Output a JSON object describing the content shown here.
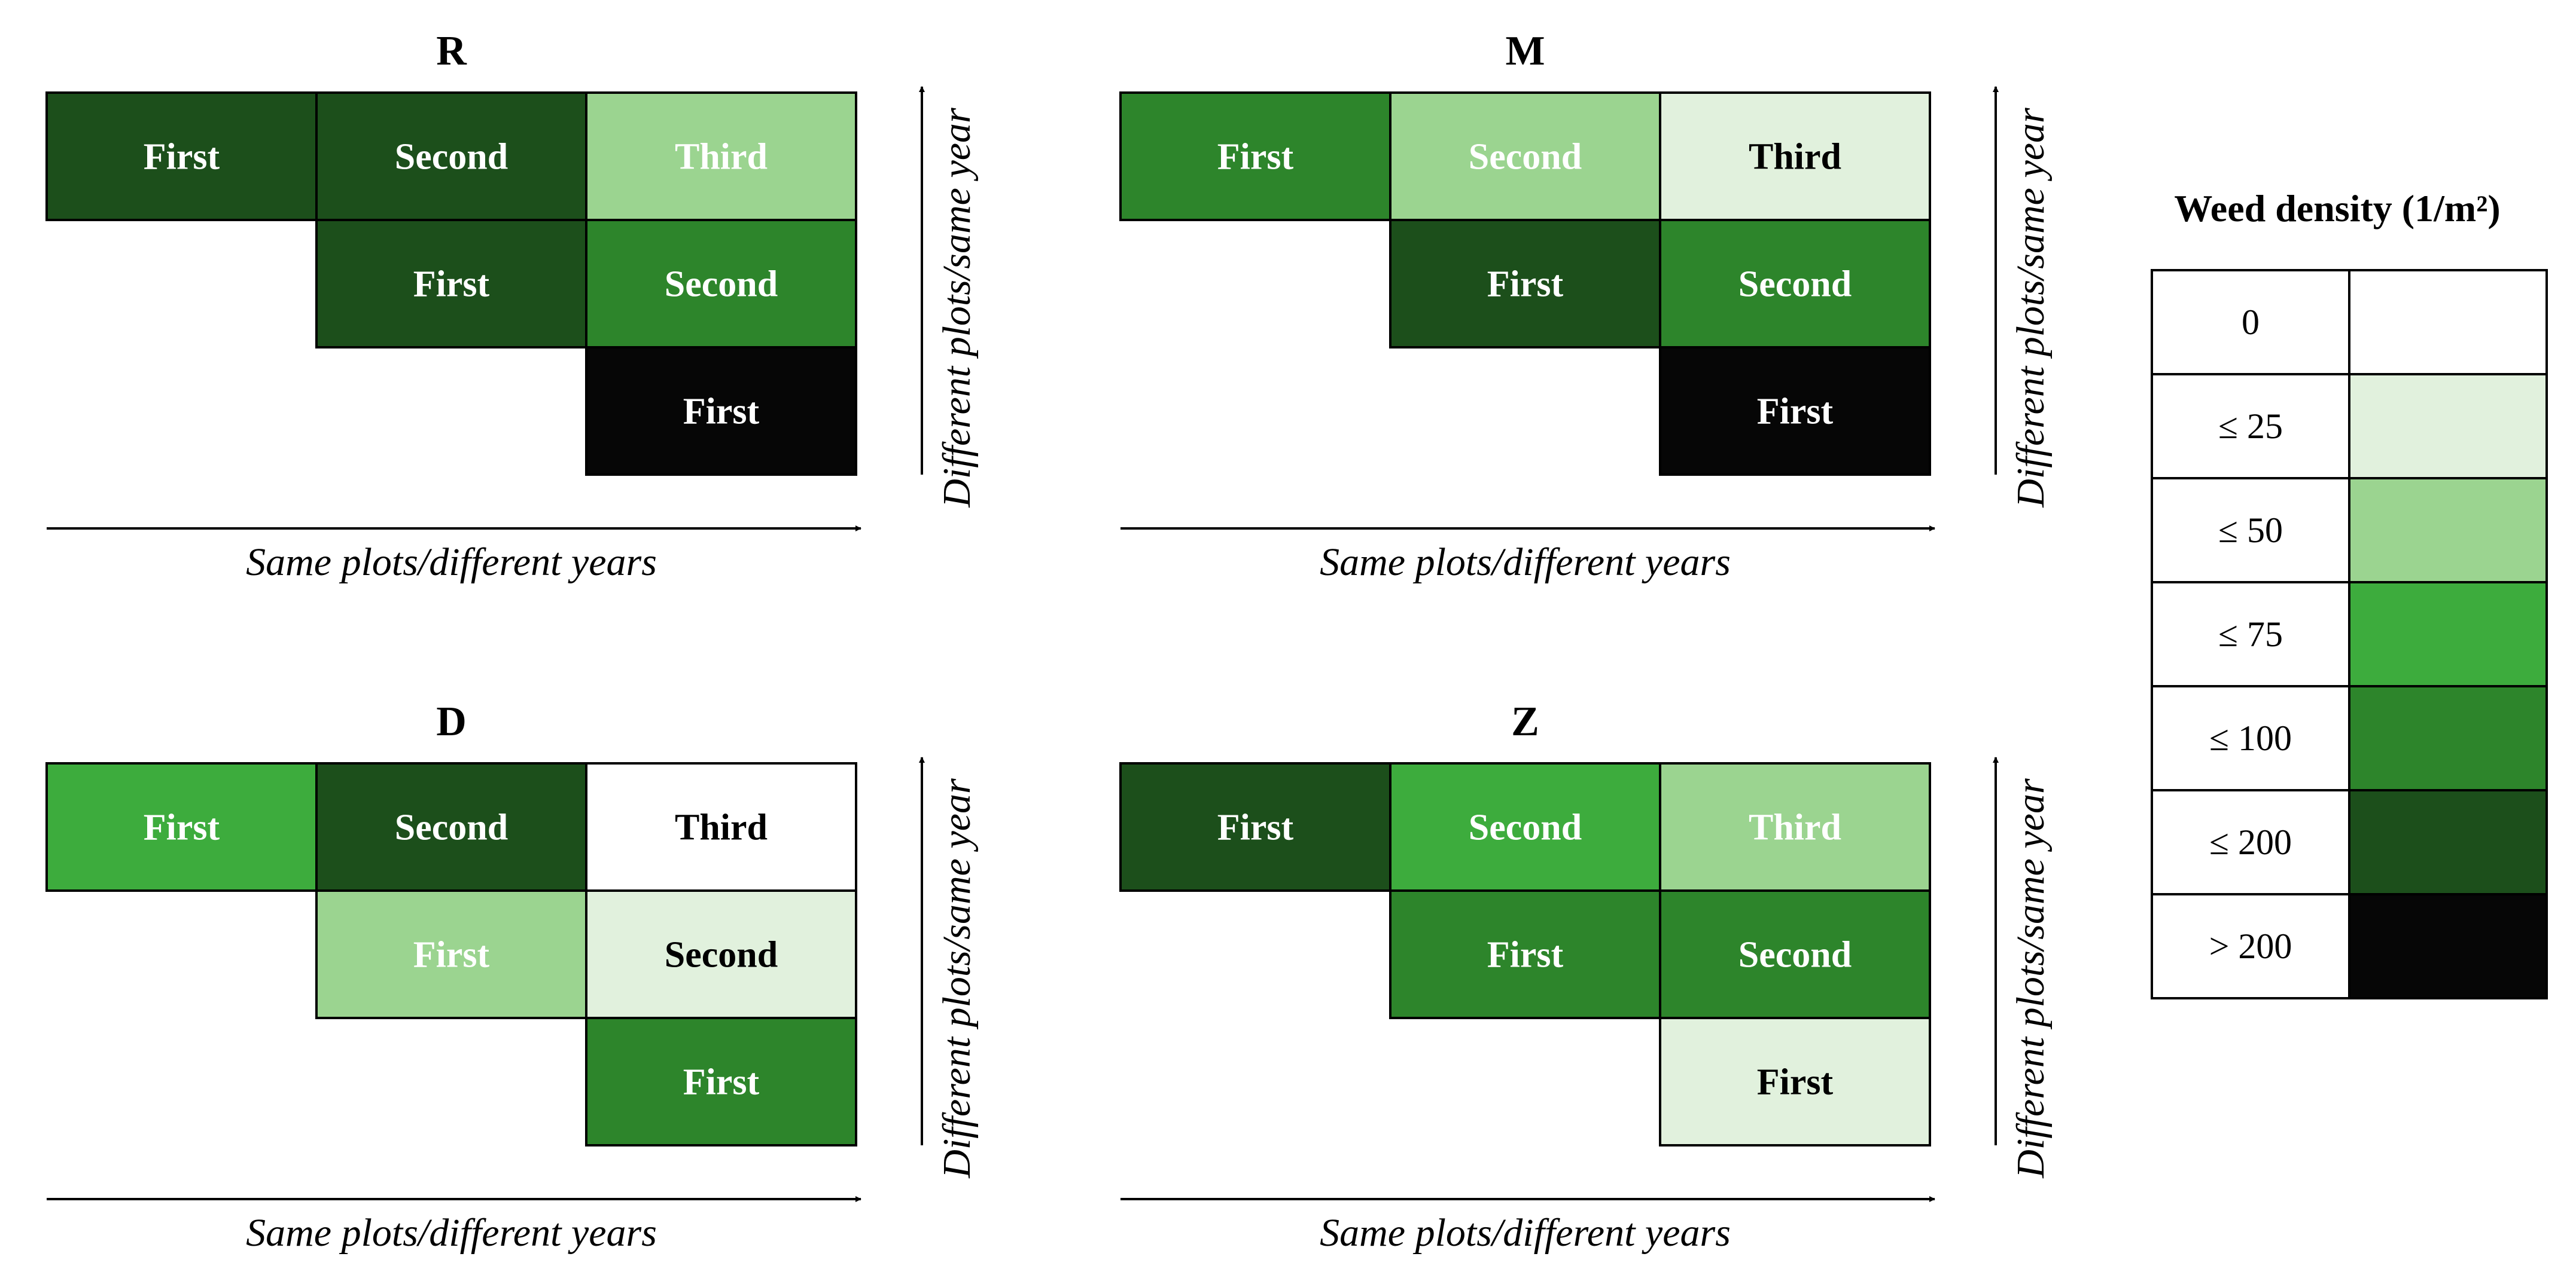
{
  "legend": {
    "title": "Weed density (1/m²)",
    "classes": [
      {
        "label": "0",
        "color": "#ffffff"
      },
      {
        "label": "≤ 25",
        "color": "#e1f1dd"
      },
      {
        "label": "≤ 50",
        "color": "#9bd490"
      },
      {
        "label": "≤ 75",
        "color": "#3dac3d"
      },
      {
        "label": "≤ 100",
        "color": "#2d852b"
      },
      {
        "label": "≤ 200",
        "color": "#1c4f1b"
      },
      {
        "label": "> 200",
        "color": "#060606"
      }
    ]
  },
  "panels": [
    {
      "title": "R",
      "x_axis_label": "Same plots/different years",
      "y_axis_label": "Different plots/same year",
      "rows": [
        [
          {
            "label": "First",
            "class": 5
          },
          {
            "label": "Second",
            "class": 5
          },
          {
            "label": "Third",
            "class": 2
          }
        ],
        [
          {
            "label": "First",
            "class": 5
          },
          {
            "label": "Second",
            "class": 4
          }
        ],
        [
          {
            "label": "First",
            "class": 6
          }
        ]
      ]
    },
    {
      "title": "M",
      "x_axis_label": "Same plots/different years",
      "y_axis_label": "Different plots/same year",
      "rows": [
        [
          {
            "label": "First",
            "class": 4
          },
          {
            "label": "Second",
            "class": 2
          },
          {
            "label": "Third",
            "class": 1
          }
        ],
        [
          {
            "label": "First",
            "class": 5
          },
          {
            "label": "Second",
            "class": 4
          }
        ],
        [
          {
            "label": "First",
            "class": 6
          }
        ]
      ]
    },
    {
      "title": "D",
      "x_axis_label": "Same plots/different years",
      "y_axis_label": "Different plots/same year",
      "rows": [
        [
          {
            "label": "First",
            "class": 3
          },
          {
            "label": "Second",
            "class": 5
          },
          {
            "label": "Third",
            "class": 0
          }
        ],
        [
          {
            "label": "First",
            "class": 2
          },
          {
            "label": "Second",
            "class": 1
          }
        ],
        [
          {
            "label": "First",
            "class": 4
          }
        ]
      ]
    },
    {
      "title": "Z",
      "x_axis_label": "Same plots/different years",
      "y_axis_label": "Different plots/same year",
      "rows": [
        [
          {
            "label": "First",
            "class": 5
          },
          {
            "label": "Second",
            "class": 3
          },
          {
            "label": "Third",
            "class": 2
          }
        ],
        [
          {
            "label": "First",
            "class": 4
          },
          {
            "label": "Second",
            "class": 4
          }
        ],
        [
          {
            "label": "First",
            "class": 1
          }
        ]
      ]
    }
  ]
}
